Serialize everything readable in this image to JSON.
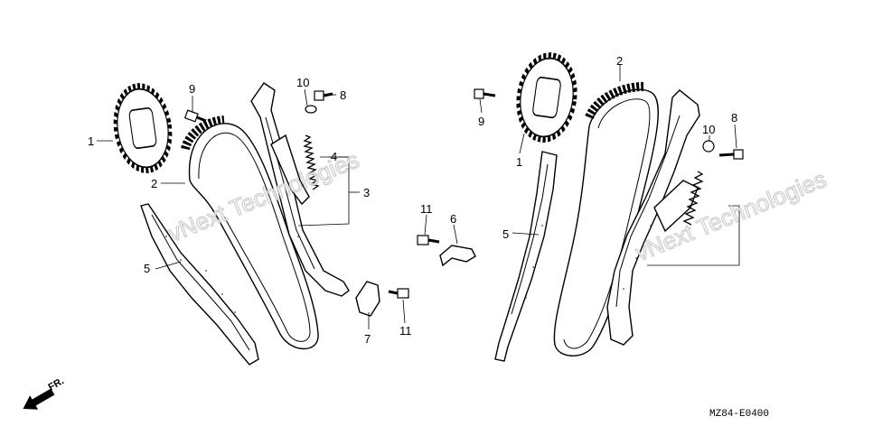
{
  "diagram": {
    "drawing_code": "MZ84-E0400",
    "direction_label": "FR.",
    "watermark": "vNext Technologies",
    "callouts": {
      "left": {
        "sprocket": "1",
        "chain": "2",
        "tensioner_assembly": "3",
        "spring": "4",
        "guide": "5",
        "bolt_top": "9",
        "washer": "10",
        "bolt_right": "8"
      },
      "center": {
        "stay": "6",
        "gasket": "7",
        "bolt_top": "11",
        "bolt_bottom": "11"
      },
      "right": {
        "sprocket": "1",
        "chain": "2",
        "guide": "5",
        "bolt_top": "9",
        "washer": "10",
        "bolt_right": "8"
      }
    }
  }
}
